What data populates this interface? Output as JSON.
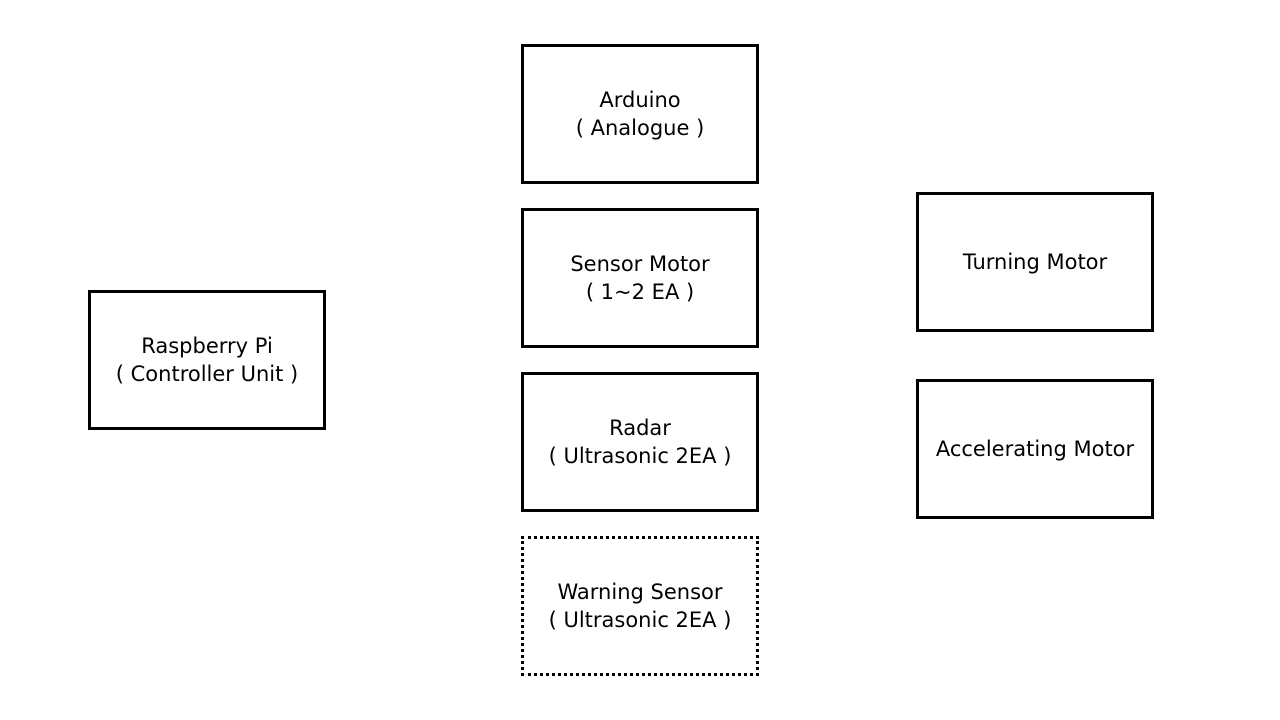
{
  "diagram": {
    "boxes": {
      "raspberry_pi": {
        "line1": "Raspberry Pi",
        "line2": "( Controller Unit )"
      },
      "arduino": {
        "line1": "Arduino",
        "line2": "( Analogue )"
      },
      "sensor_motor": {
        "line1": "Sensor Motor",
        "line2": "( 1~2 EA )"
      },
      "radar": {
        "line1": "Radar",
        "line2": "( Ultrasonic 2EA )"
      },
      "warning_sensor": {
        "line1": "Warning Sensor",
        "line2": "( Ultrasonic 2EA )"
      },
      "turning_motor": {
        "line1": "Turning Motor"
      },
      "accelerating_motor": {
        "line1": "Accelerating Motor"
      }
    }
  }
}
